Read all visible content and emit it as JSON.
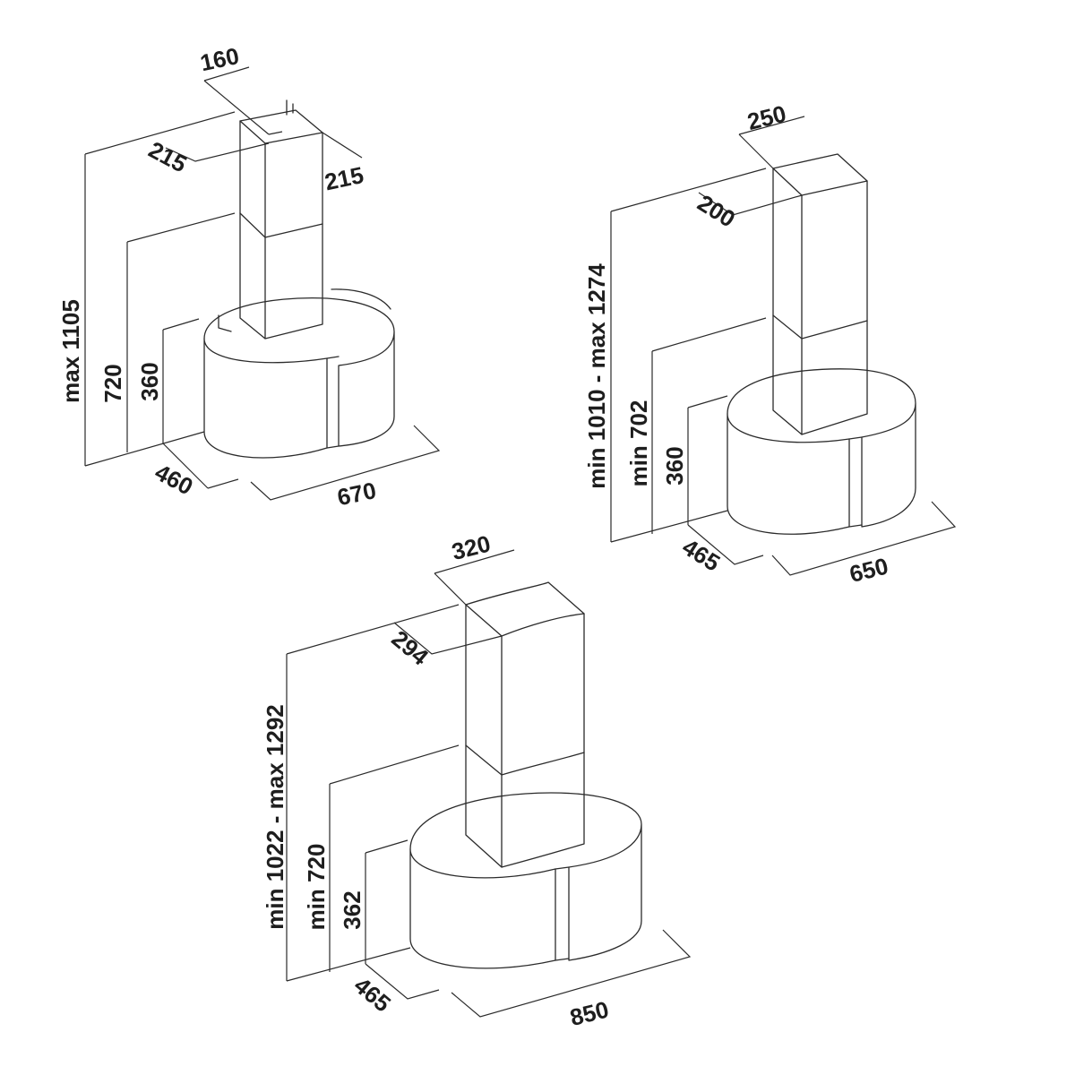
{
  "hoods": [
    {
      "dims": {
        "duct_width": "160",
        "duct_depth_left": "215",
        "duct_depth_right": "215",
        "height_max": "max 1105",
        "height_mid": "720",
        "height_body": "360",
        "base_depth": "460",
        "base_width": "670"
      }
    },
    {
      "dims": {
        "duct_width": "250",
        "duct_depth": "200",
        "height_max": "min 1010 - max 1274",
        "height_mid": "min 702",
        "height_body": "360",
        "base_depth": "465",
        "base_width": "650"
      }
    },
    {
      "dims": {
        "duct_width": "320",
        "duct_depth": "294",
        "height_max": "min 1022 - max 1292",
        "height_mid": "min 720",
        "height_body": "362",
        "base_depth": "465",
        "base_width": "850"
      }
    }
  ]
}
